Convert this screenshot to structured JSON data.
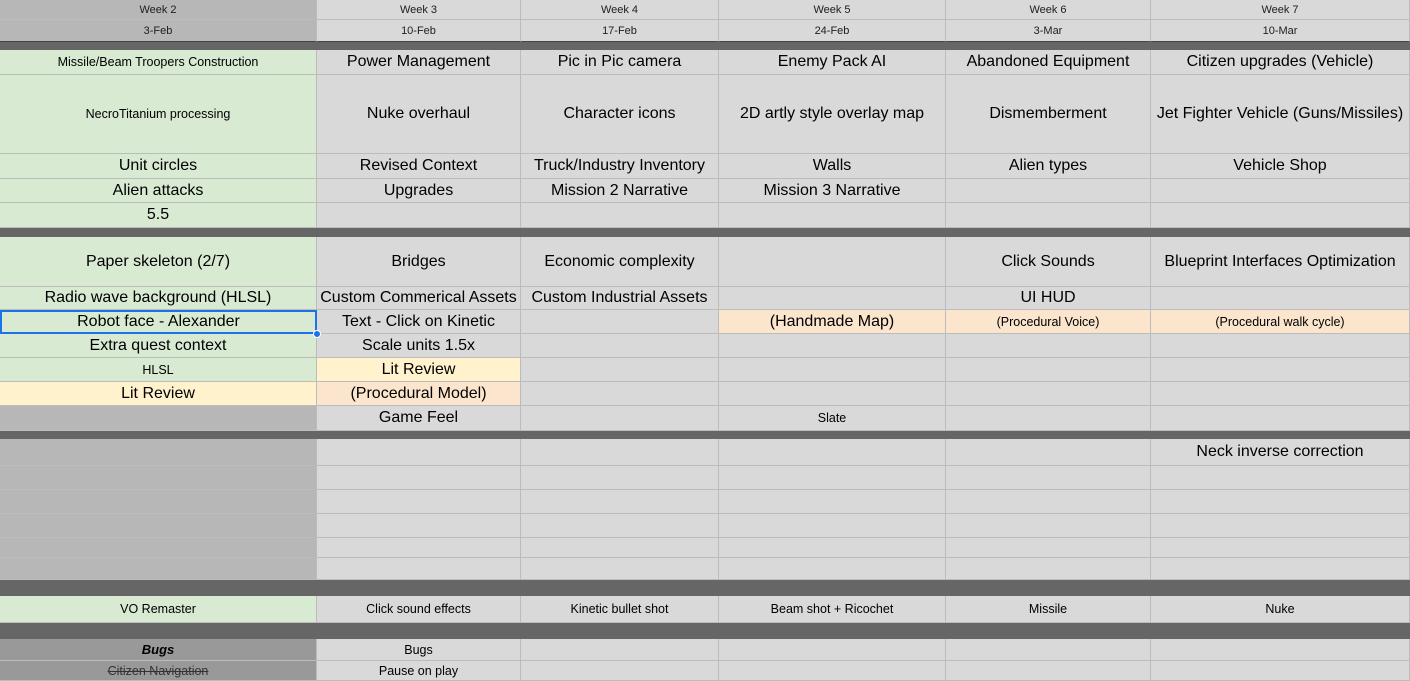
{
  "colors": {
    "header_col1": "#b7b7b7",
    "header": "#d9d9d9",
    "cell_default": "#d9d9d9",
    "green": "#d9ead3",
    "yellow": "#fff2cc",
    "orange": "#fce5cd",
    "gray": "#b7b7b7",
    "darkgray": "#999999",
    "separator": "#666666",
    "selection": "#1a73e8"
  },
  "weeks": [
    "Week 2",
    "Week 3",
    "Week 4",
    "Week 5",
    "Week 6",
    "Week 7"
  ],
  "dates": [
    "3-Feb",
    "10-Feb",
    "17-Feb",
    "24-Feb",
    "3-Mar",
    "10-Mar"
  ],
  "section1": [
    [
      "Missile/Beam Troopers Construction",
      "Power Management",
      "Pic in Pic camera",
      "Enemy Pack AI",
      "Abandoned Equipment",
      "Citizen upgrades (Vehicle)"
    ],
    [
      "NecroTitanium processing",
      "Nuke overhaul",
      "Character icons",
      "2D artly style overlay map",
      "Dismemberment",
      "Jet Fighter Vehicle (Guns/Missiles)"
    ],
    [
      "Unit circles",
      "Revised Context",
      "Truck/Industry Inventory",
      "Walls",
      "Alien types",
      "Vehicle Shop"
    ],
    [
      "Alien attacks",
      "Upgrades",
      "Mission 2 Narrative",
      "Mission 3 Narrative",
      "",
      ""
    ],
    [
      "5.5",
      "",
      "",
      "",
      "",
      ""
    ]
  ],
  "section2": [
    [
      "Paper skeleton (2/7)",
      "Bridges",
      "Economic complexity",
      "",
      "Click Sounds",
      "Blueprint Interfaces Optimization"
    ],
    [
      "Radio wave background (HLSL)",
      "Custom Commerical Assets",
      "Custom Industrial Assets",
      "",
      "UI HUD",
      ""
    ],
    [
      "Robot face - Alexander",
      "Text - Click on Kinetic",
      "",
      "(Handmade Map)",
      "(Procedural Voice)",
      "(Procedural walk cycle)"
    ],
    [
      "Extra quest context",
      "Scale units 1.5x",
      "",
      "",
      "",
      ""
    ],
    [
      "HLSL",
      "Lit Review",
      "",
      "",
      "",
      ""
    ],
    [
      "Lit Review",
      "(Procedural Model)",
      "",
      "",
      "",
      ""
    ],
    [
      "",
      "Game Feel",
      "",
      "Slate",
      "",
      ""
    ]
  ],
  "section3": [
    [
      "",
      "",
      "",
      "",
      "",
      "Neck inverse correction"
    ],
    [
      "",
      "",
      "",
      "",
      "",
      ""
    ],
    [
      "",
      "",
      "",
      "",
      "",
      ""
    ],
    [
      "",
      "",
      "",
      "",
      "",
      ""
    ],
    [
      "",
      "",
      "",
      "",
      "",
      ""
    ],
    [
      "",
      "",
      "",
      "",
      "",
      ""
    ]
  ],
  "section4": [
    [
      "VO Remaster",
      "Click sound effects",
      "Kinetic bullet shot",
      "Beam shot + Ricochet",
      "Missile",
      "Nuke"
    ]
  ],
  "section5": [
    [
      "Bugs",
      "Bugs",
      "",
      "",
      "",
      ""
    ],
    [
      "Citizen Navigation",
      "Pause on play",
      "",
      "",
      "",
      ""
    ]
  ]
}
